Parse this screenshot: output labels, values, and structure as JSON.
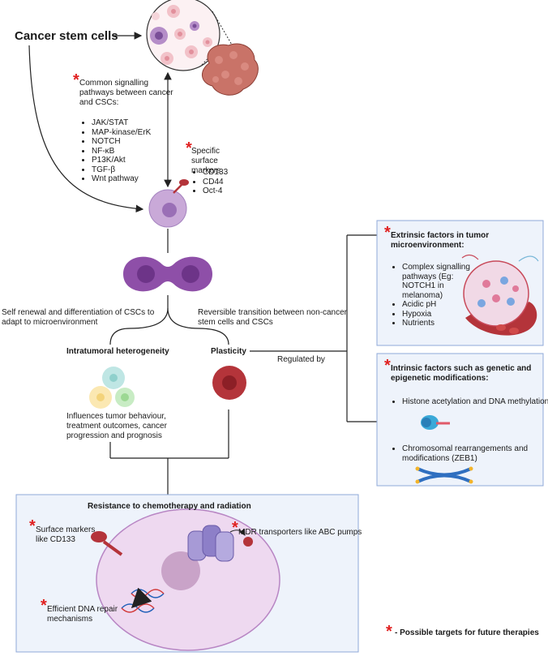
{
  "title": "Cancer stem cells",
  "signalling": {
    "heading": "Common signalling pathways between cancer and CSCs:",
    "items": [
      "JAK/STAT",
      "MAP-kinase/ErK",
      "NOTCH",
      "NF-κB",
      "P13K/Akt",
      "TGF-β",
      "Wnt pathway"
    ]
  },
  "surface": {
    "heading": "Specific surface markers",
    "items": [
      "CD133",
      "CD44",
      "Oct-4"
    ]
  },
  "self_renewal": "Self renewal and differentiation of CSCs to adapt to microenvironment",
  "reversible": "Reversible transition between non-cancer stem cells and CSCs",
  "heterogeneity": {
    "label": "Intratumoral heterogeneity",
    "influences": "Influences tumor behaviour, treatment outcomes, cancer progression and prognosis"
  },
  "plasticity": "Plasticity",
  "regulated_by": "Regulated by",
  "extrinsic": {
    "heading": "Extrinsic factors in tumor microenvironment:",
    "items": [
      "Complex signalling pathways (Eg: NOTCH1 in melanoma)",
      "Acidic pH",
      "Hypoxia",
      "Nutrients"
    ]
  },
  "intrinsic": {
    "heading": "Intrinsic factors such as genetic and epigenetic modifications:",
    "items": [
      "Histone acetylation and DNA methylation",
      "Chromosomal rearrangements and modifications (ZEB1)"
    ]
  },
  "resistance": {
    "heading": "Resistance to chemotherapy and radiation",
    "surface_markers": "Surface markers like CD133",
    "mdr": "MDR transporters like ABC pumps",
    "dna_repair": "Efficient DNA repair mechanisms"
  },
  "legend": "- Possible targets for future therapies",
  "star_glyph": "*",
  "colors": {
    "cell_light": "#c9a9d8",
    "cell_dark": "#8a5fa8",
    "dividing": "#8e4fa8",
    "red_cell": "#b4343a",
    "panel_fill": "#eef3fb",
    "panel_border": "#8fa8d8",
    "star": "#e02020"
  }
}
